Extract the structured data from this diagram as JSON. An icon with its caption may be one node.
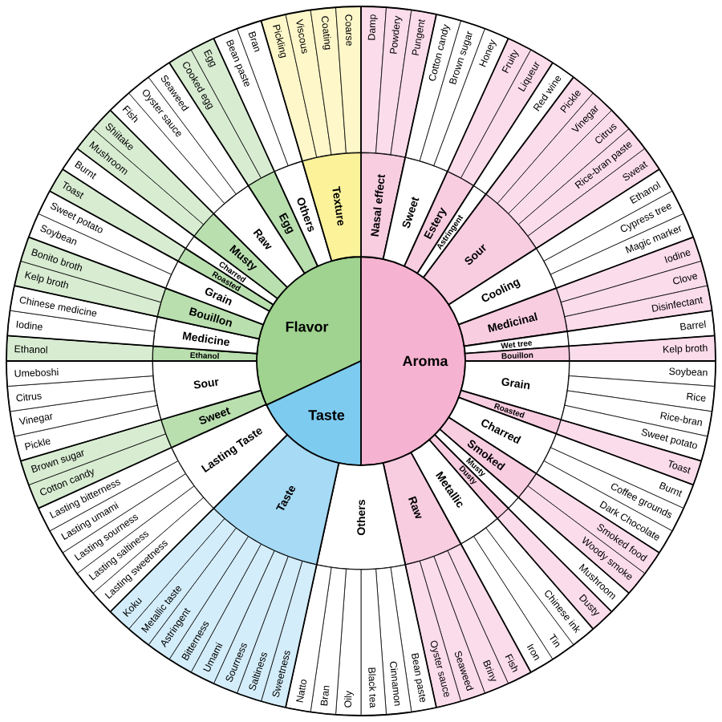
{
  "diagram": {
    "nodes": [
      {
        "text": [
          "Flavor"
        ]
      },
      {
        "text": [
          "Aroma"
        ]
      },
      {
        "text": [
          "Taste"
        ]
      },
      {
        "text": [
          "Nasal effect"
        ]
      },
      {
        "text": [
          "Damp"
        ]
      },
      {
        "text": [
          "Powdery"
        ]
      },
      {
        "text": [
          "Pungent"
        ]
      },
      {
        "text": [
          "Sweet"
        ]
      },
      {
        "text": [
          "Cotton candy"
        ]
      },
      {
        "text": [
          "Brown sugar"
        ]
      },
      {
        "text": [
          "Honey"
        ]
      },
      {
        "text": [
          "Estery"
        ]
      },
      {
        "text": [
          "Fruity"
        ]
      },
      {
        "text": [
          "Liqueur"
        ]
      },
      {
        "text": [
          "Astringent"
        ]
      },
      {
        "text": [
          "Red wine"
        ]
      },
      {
        "text": [
          "Sour"
        ]
      },
      {
        "text": [
          "Pickle"
        ]
      },
      {
        "text": [
          "Vinegar"
        ]
      },
      {
        "text": [
          "Citrus"
        ]
      },
      {
        "text": [
          "Rice-bran paste"
        ]
      },
      {
        "text": [
          "Sweat"
        ]
      },
      {
        "text": [
          "Cooling"
        ]
      },
      {
        "text": [
          "Ethanol"
        ]
      },
      {
        "text": [
          "Cypress tree"
        ]
      },
      {
        "text": [
          "Magic marker"
        ]
      },
      {
        "text": [
          "Medicinal"
        ]
      },
      {
        "text": [
          "Iodine"
        ]
      },
      {
        "text": [
          "Clove"
        ]
      },
      {
        "text": [
          "Disinfectant"
        ]
      },
      {
        "text": [
          "Wet tree"
        ]
      },
      {
        "text": [
          "Barrel"
        ]
      },
      {
        "text": [
          "Bouillon"
        ]
      },
      {
        "text": [
          "Kelp broth"
        ]
      },
      {
        "text": [
          "Grain"
        ]
      },
      {
        "text": [
          "Soybean"
        ]
      },
      {
        "text": [
          "Rice"
        ]
      },
      {
        "text": [
          "Rice-bran"
        ]
      },
      {
        "text": [
          "Sweet potato"
        ]
      },
      {
        "text": [
          "Roasted"
        ]
      },
      {
        "text": [
          "Toast"
        ]
      },
      {
        "text": [
          "Charred"
        ]
      },
      {
        "text": [
          "Burnt"
        ]
      },
      {
        "text": [
          "Coffee grounds"
        ]
      },
      {
        "text": [
          "Dark Chocolate"
        ]
      },
      {
        "text": [
          "Smoked"
        ]
      },
      {
        "text": [
          "Smoked food"
        ]
      },
      {
        "text": [
          "Woody smoke"
        ]
      },
      {
        "text": [
          "Musty"
        ]
      },
      {
        "text": [
          "Mushroom"
        ]
      },
      {
        "text": [
          "Dusty"
        ]
      },
      {
        "text": [
          "Dusty"
        ]
      },
      {
        "text": [
          "Metallic"
        ]
      },
      {
        "text": [
          "Chinese ink"
        ]
      },
      {
        "text": [
          "Tin"
        ]
      },
      {
        "text": [
          "Iron"
        ]
      },
      {
        "text": [
          "Raw"
        ]
      },
      {
        "text": [
          "Fish"
        ]
      },
      {
        "text": [
          "Briny"
        ]
      },
      {
        "text": [
          "Seaweed"
        ]
      },
      {
        "text": [
          "Oyster sauce"
        ]
      },
      {
        "text": [
          "Others"
        ]
      },
      {
        "text": [
          "Bean paste"
        ]
      },
      {
        "text": [
          "Cinnamon"
        ]
      },
      {
        "text": [
          "Black tea"
        ]
      },
      {
        "text": [
          "Oily"
        ]
      },
      {
        "text": [
          "Bran"
        ]
      },
      {
        "text": [
          "Natto"
        ]
      },
      {
        "text": [
          "Taste"
        ]
      },
      {
        "text": [
          "Sweetness"
        ]
      },
      {
        "text": [
          "Saltiness"
        ]
      },
      {
        "text": [
          "Sourness"
        ]
      },
      {
        "text": [
          "Umami"
        ]
      },
      {
        "text": [
          "Bitterness"
        ]
      },
      {
        "text": [
          "Astringent"
        ]
      },
      {
        "text": [
          "Metallic taste"
        ]
      },
      {
        "text": [
          "Koku"
        ]
      },
      {
        "text": [
          "Lasting Taste"
        ]
      },
      {
        "text": [
          "Lasting sweetness"
        ]
      },
      {
        "text": [
          "Lasting saltiness"
        ]
      },
      {
        "text": [
          "Lasting sourness"
        ]
      },
      {
        "text": [
          "Lasting umami"
        ]
      },
      {
        "text": [
          "Lasting bitterness"
        ]
      },
      {
        "text": [
          "Sweet"
        ]
      },
      {
        "text": [
          "Cotton candy"
        ]
      },
      {
        "text": [
          "Brown sugar"
        ]
      },
      {
        "text": [
          "Sour"
        ]
      },
      {
        "text": [
          "Pickle"
        ]
      },
      {
        "text": [
          "Vinegar"
        ]
      },
      {
        "text": [
          "Citrus"
        ]
      },
      {
        "text": [
          "Umeboshi"
        ]
      },
      {
        "text": [
          "Ethanol"
        ]
      },
      {
        "text": [
          "Ethanol"
        ]
      },
      {
        "text": [
          "Medicine"
        ]
      },
      {
        "text": [
          "Iodine"
        ]
      },
      {
        "text": [
          "Chinese medicine"
        ]
      },
      {
        "text": [
          "Bouillon"
        ]
      },
      {
        "text": [
          "Kelp broth"
        ]
      },
      {
        "text": [
          "Bonito broth"
        ]
      },
      {
        "text": [
          "Grain"
        ]
      },
      {
        "text": [
          "Soybean"
        ]
      },
      {
        "text": [
          "Sweet potato"
        ]
      },
      {
        "text": [
          "Roasted"
        ]
      },
      {
        "text": [
          "Toast"
        ]
      },
      {
        "text": [
          "Charred"
        ]
      },
      {
        "text": [
          "Burnt"
        ]
      },
      {
        "text": [
          "Musty"
        ]
      },
      {
        "text": [
          "Mushroom"
        ]
      },
      {
        "text": [
          "Shiitake"
        ]
      },
      {
        "text": [
          "Raw"
        ]
      },
      {
        "text": [
          "Fish"
        ]
      },
      {
        "text": [
          "Oyster sauce"
        ]
      },
      {
        "text": [
          "Seaweed"
        ]
      },
      {
        "text": [
          "Egg"
        ]
      },
      {
        "text": [
          "Cooked egg"
        ]
      },
      {
        "text": [
          "Egg"
        ]
      },
      {
        "text": [
          "Others"
        ]
      },
      {
        "text": [
          "Bean paste"
        ]
      },
      {
        "text": [
          "Bran"
        ]
      },
      {
        "text": [
          "Texture"
        ]
      },
      {
        "text": [
          "Pickling"
        ]
      },
      {
        "text": [
          "Viscous"
        ]
      },
      {
        "text": [
          "Coating"
        ]
      },
      {
        "text": [
          "Coarse"
        ]
      }
    ]
  }
}
